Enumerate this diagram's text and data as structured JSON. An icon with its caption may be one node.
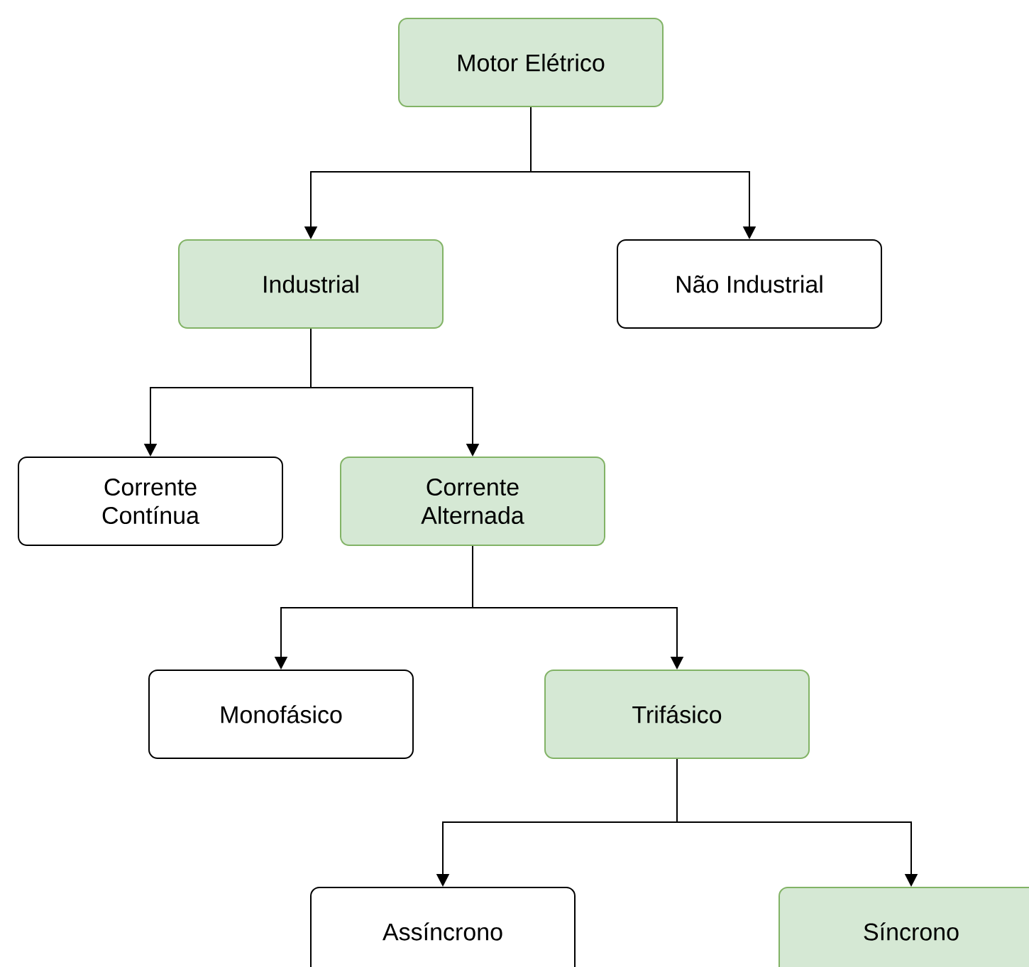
{
  "diagram": {
    "nodes": [
      {
        "text": [
          "Motor Elétrico"
        ]
      },
      {
        "text": [
          "Industrial"
        ]
      },
      {
        "text": [
          "Não Industrial"
        ]
      },
      {
        "text": [
          "Corrente Contínua"
        ]
      },
      {
        "text": [
          "Corrente Alternada"
        ]
      },
      {
        "text": [
          "Monofásico"
        ]
      },
      {
        "text": [
          "Trifásico"
        ]
      },
      {
        "text": [
          "Assíncrono"
        ]
      },
      {
        "text": [
          "Síncrono"
        ]
      }
    ],
    "edges": [
      {
        "from": 0,
        "to": 1,
        "arrow": "to"
      },
      {
        "from": 0,
        "to": 2,
        "arrow": "to"
      },
      {
        "from": 1,
        "to": 3,
        "arrow": "to"
      },
      {
        "from": 1,
        "to": 4,
        "arrow": "to"
      },
      {
        "from": 4,
        "to": 5,
        "arrow": "to"
      },
      {
        "from": 4,
        "to": 6,
        "arrow": "to"
      },
      {
        "from": 6,
        "to": 7,
        "arrow": "to"
      },
      {
        "from": 6,
        "to": 8,
        "arrow": "to"
      }
    ]
  }
}
